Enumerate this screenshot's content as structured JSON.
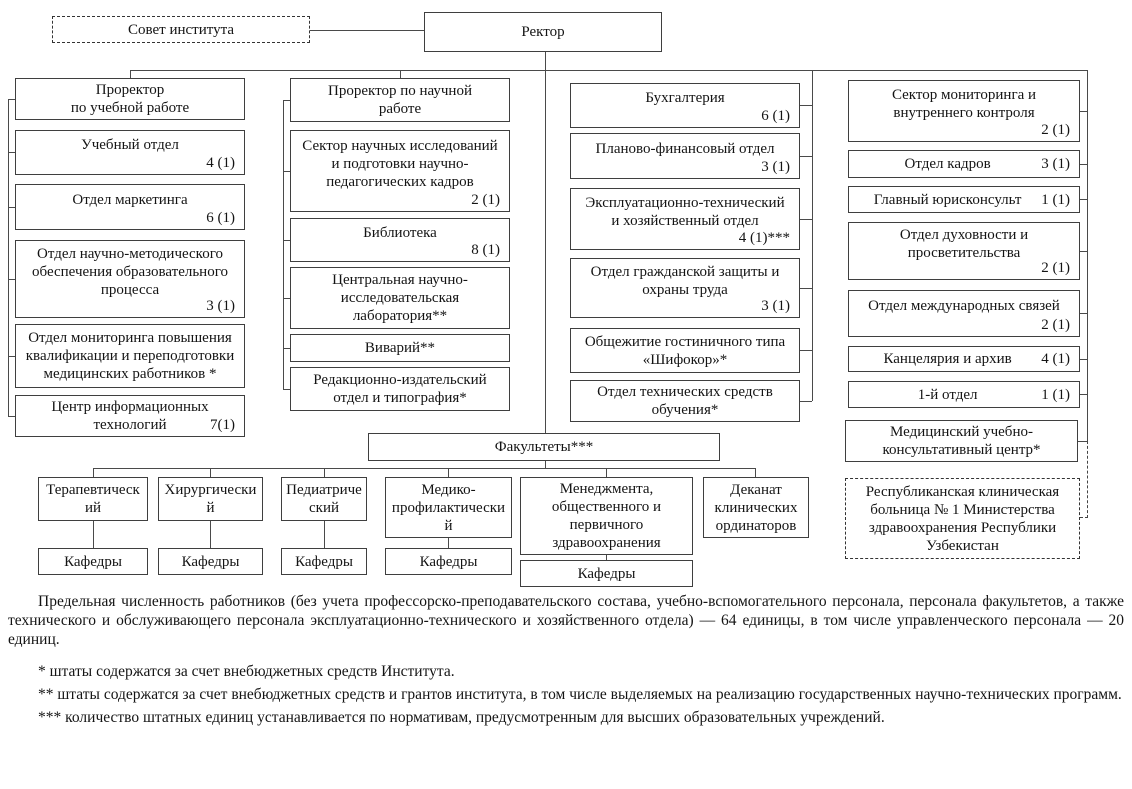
{
  "chart": {
    "council": "Совет института",
    "rector": "Ректор",
    "col1": {
      "head": "Проректор\nпо учебной работе",
      "b1": {
        "label": "Учебный отдел",
        "count": "4 (1)"
      },
      "b2": {
        "label": "Отдел маркетинга",
        "count": "6 (1)"
      },
      "b3": {
        "label": "Отдел научно-методического\nобеспечения образовательного\nпроцесса",
        "count": "3 (1)"
      },
      "b4": {
        "label": "Отдел мониторинга повышения\nквалификации и переподготовки\nмедицинских работников *"
      },
      "b5": {
        "label": "Центр информационных\nтехнологий",
        "count": "7(1)"
      }
    },
    "col2": {
      "head": "Проректор по научной\nработе",
      "b1": {
        "label": "Сектор научных исследований\nи подготовки научно-\nпедагогических кадров",
        "count": "2 (1)"
      },
      "b2": {
        "label": "Библиотека",
        "count": "8 (1)"
      },
      "b3": {
        "label": "Центральная научно-\nисследовательская\nлаборатория**"
      },
      "b4": {
        "label": "Виварий**"
      },
      "b5": {
        "label": "Редакционно-издательский\nотдел и типография*"
      }
    },
    "col3": {
      "b1": {
        "label": "Бухгалтерия",
        "count": "6 (1)"
      },
      "b2": {
        "label": "Планово-финансовый отдел",
        "count": "3 (1)"
      },
      "b3": {
        "label": "Эксплуатационно-технический\nи хозяйственный отдел",
        "count": "4 (1)***"
      },
      "b4": {
        "label": "Отдел гражданской защиты и\nохраны труда",
        "count": "3 (1)"
      },
      "b5": {
        "label": "Общежитие гостиничного типа\n«Шифокор»*"
      },
      "b6": {
        "label": "Отдел технических средств\nобучения*"
      }
    },
    "col4": {
      "b1": {
        "label": "Сектор мониторинга и\nвнутреннего контроля",
        "count": "2 (1)"
      },
      "b2": {
        "label": "Отдел кадров",
        "count": "3 (1)"
      },
      "b3": {
        "label": "Главный юрисконсульт",
        "count": "1 (1)"
      },
      "b4": {
        "label": "Отдел духовности и\nпросветительства",
        "count": "2 (1)"
      },
      "b5": {
        "label": "Отдел международных связей",
        "count": "2 (1)"
      },
      "b6": {
        "label": "Канцелярия и архив",
        "count": "4 (1)"
      },
      "b7": {
        "label": "1-й отдел",
        "count": "1 (1)"
      },
      "b8": {
        "label": "Медицинский учебно-\nконсультативный центр*"
      }
    },
    "faculties_header": "Факультеты***",
    "fac1": "Терапевтическ\nий",
    "fac2": "Хирургически\nй",
    "fac3": "Педиатриче\nский",
    "fac4": "Медико-\nпрофилактически\nй",
    "fac5": "Менеджмента,\nобщественного и\nпервичного\nздравоохранения",
    "fac6": "Деканат\nклинических\nординаторов",
    "departments_label": "Кафедры",
    "hospital": "Республиканская клиническая\nбольница № 1 Министерства\nздравоохранения Республики\nУзбекистан"
  },
  "notes": {
    "limit": "Предельная численность работников (без учета профессорско-преподавательского состава, учебно-вспомогательного персонала, персонала факультетов, а также технического и обслуживающего персонала эксплуатационно-технического и хозяйственного отдела) — 64 единицы, в том числе управленческого персонала — 20 единиц.",
    "fn1": "* штаты содержатся за счет внебюджетных средств Института.",
    "fn2": "** штаты содержатся за счет внебюджетных средств и грантов института, в том числе выделяемых на реализацию государственных научно-технических программ.",
    "fn3": "*** количество штатных единиц устанавливается по нормативам, предусмотренным для высших образовательных учреждений."
  }
}
